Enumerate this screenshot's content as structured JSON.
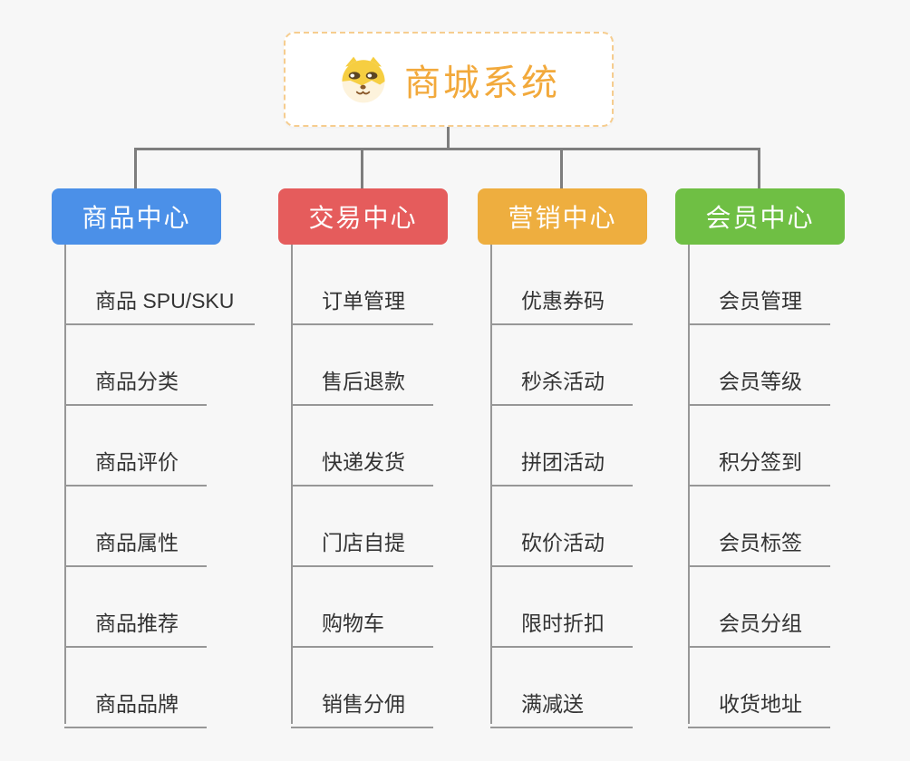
{
  "root": {
    "title": "商城系统",
    "icon": "doge-icon"
  },
  "branches": [
    {
      "label": "商品中心",
      "color": "#4b90e8",
      "children": [
        "商品 SPU/SKU",
        "商品分类",
        "商品评价",
        "商品属性",
        "商品推荐",
        "商品品牌"
      ]
    },
    {
      "label": "交易中心",
      "color": "#e55c5c",
      "children": [
        "订单管理",
        "售后退款",
        "快递发货",
        "门店自提",
        "购物车",
        "销售分佣"
      ]
    },
    {
      "label": "营销中心",
      "color": "#eeae3f",
      "children": [
        "优惠券码",
        "秒杀活动",
        "拼团活动",
        "砍价活动",
        "限时折扣",
        "满减送"
      ]
    },
    {
      "label": "会员中心",
      "color": "#6fbf44",
      "children": [
        "会员管理",
        "会员等级",
        "积分签到",
        "会员标签",
        "会员分组",
        "收货地址"
      ]
    }
  ],
  "colors": {
    "background": "#f7f7f7",
    "connector": "#7e7e7e",
    "underline": "#979797",
    "root_text": "#f2a93b",
    "root_border": "#f6cd8f",
    "node_text": "#ffffff",
    "child_text": "#333333",
    "doge_yellow": "#f6ce41",
    "doge_cream": "#fdf3dc"
  }
}
